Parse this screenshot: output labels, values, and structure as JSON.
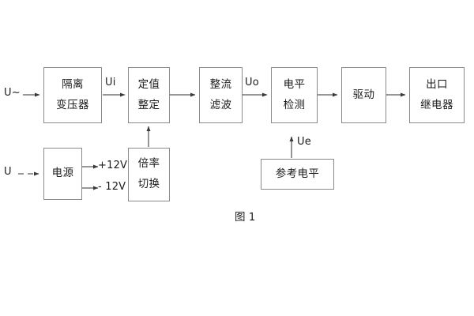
{
  "figure": {
    "caption": "图 1",
    "background_color": "#ffffff",
    "line_color": "#5a5a5a",
    "box_border_color": "#8a8a8a",
    "text_color": "#1b1b1b"
  },
  "blocks": {
    "isolation_transformer": {
      "line1": "隔离",
      "line2": "变压器"
    },
    "setting_value": {
      "line1": "定值",
      "line2": "整定"
    },
    "rectify_filter": {
      "line1": "整流",
      "line2": "滤波"
    },
    "level_detect": {
      "line1": "电平",
      "line2": "检测"
    },
    "drive": {
      "line1": "驱动"
    },
    "output_relay": {
      "line1": "出口",
      "line2": "继电器"
    },
    "power_supply": {
      "line1": "电源"
    },
    "multiplier_switch": {
      "line1": "倍率",
      "line2": "切换"
    },
    "reference_level": {
      "line1": "参考电平"
    }
  },
  "signals": {
    "input_ac": "U~",
    "input_dc": "U",
    "ui": "Ui",
    "uo": "Uo",
    "ue": "Ue",
    "pos_12v": "+12V",
    "neg_12v": "- 12V"
  }
}
